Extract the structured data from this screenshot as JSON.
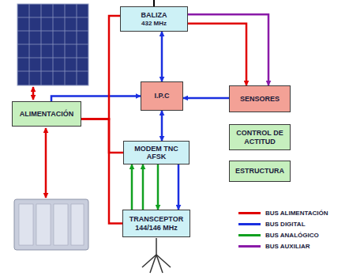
{
  "diagram": {
    "nodes": [
      {
        "text": [
          "BALIZA",
          "432 MHz"
        ]
      },
      {
        "text": [
          "I.P.C"
        ]
      },
      {
        "text": [
          "SENSORES"
        ]
      },
      {
        "text": [
          "ALIMENTACIÓN"
        ]
      },
      {
        "text": [
          "CONTROL DE ACTITUD"
        ]
      },
      {
        "text": [
          "MODEM TNC AFSK"
        ]
      },
      {
        "text": [
          "ESTRUCTURA"
        ]
      },
      {
        "text": [
          "TRANSCEPTOR 144/146 MHz"
        ]
      }
    ],
    "edges": [
      {
        "from": 1,
        "to": 0,
        "arrow": "both"
      },
      {
        "from": 1,
        "to": 5,
        "arrow": "both"
      },
      {
        "from": 2,
        "to": 1,
        "arrow": "to"
      },
      {
        "from": 3,
        "to": 1,
        "arrow": "to"
      },
      {
        "from": 3,
        "to": 0,
        "arrow": "none"
      },
      {
        "from": 3,
        "to": 5,
        "arrow": "none"
      },
      {
        "from": 3,
        "to": 7,
        "arrow": "none"
      },
      {
        "from": 0,
        "to": 2,
        "arrow": "to"
      },
      {
        "from": 0,
        "to": 2,
        "arrow": "to"
      },
      {
        "from": 7,
        "to": 5,
        "arrow": "to"
      },
      {
        "from": 7,
        "to": 5,
        "arrow": "to"
      },
      {
        "from": 5,
        "to": 7,
        "arrow": "to"
      },
      {
        "from": 5,
        "to": 7,
        "arrow": "to"
      }
    ],
    "legend": [
      {
        "text": "BUS ALIMENTACIÓN",
        "color": "#e00000"
      },
      {
        "text": "BUS DIGITAL",
        "color": "#1a2fe0"
      },
      {
        "text": "BUS ANALÓGICO",
        "color": "#10a020"
      },
      {
        "text": "BUS AUXILIAR",
        "color": "#8a1aa8"
      }
    ]
  }
}
